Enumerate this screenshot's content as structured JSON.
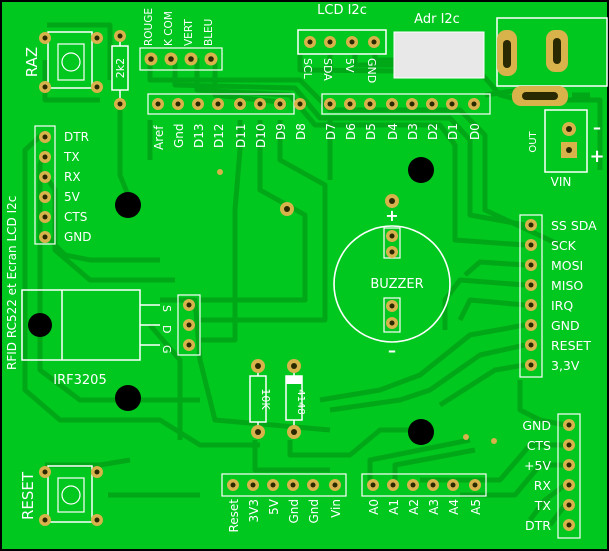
{
  "board": {
    "colors": {
      "board": "#00c81e",
      "trace": "#00a818",
      "silk": "#ffffff",
      "pad_ring": "#d8b24a",
      "pad_hole": "#2a2a00",
      "mount_hole": "#000000",
      "pad_square": "#d8b24a"
    }
  },
  "labels": {
    "raz": "RAZ",
    "reset": "RESET",
    "lcd_title": "LCD I2c",
    "adr_title": "Adr I2c",
    "led_rouge": "ROUGE",
    "led_kcom": "K COM",
    "led_vert": "VERT",
    "led_bleu": "BLEU",
    "res_2k2": "2k2",
    "lcd_scl": "SCL",
    "lcd_sda": "SDA",
    "lcd_5v": "5V",
    "lcd_gnd": "GND",
    "top_aref": "Aref",
    "top_gnd": "Gnd",
    "top_d13": "D13",
    "top_d12": "D12",
    "top_d11": "D11",
    "top_d10": "D10",
    "top_d9": "D9",
    "top_d8": "D8",
    "top_d7": "D7",
    "top_d6": "D6",
    "top_d5": "D5",
    "top_d4": "D4",
    "top_d3": "D3",
    "top_d2": "D2",
    "top_d1": "D1",
    "top_d0": "D0",
    "ser_dtr": "DTR",
    "ser_tx": "TX",
    "ser_rx": "RX",
    "ser_5v": "5V",
    "ser_cts": "CTS",
    "ser_gnd": "GND",
    "side_text": "RFID RC522 et Ecran LCD I2c",
    "mos_s": "S",
    "mos_d": "D",
    "mos_g": "G",
    "irf": "IRF3205",
    "buzzer": "BUZZER",
    "plus": "+",
    "minus": "–",
    "out": "OUT",
    "vin": "VIN",
    "vin_plus": "+",
    "vin_minus": "–",
    "rfid_ss": "SS SDA",
    "rfid_sck": "SCK",
    "rfid_mosi": "MOSI",
    "rfid_miso": "MISO",
    "rfid_irq": "IRQ",
    "rfid_gnd": "GND",
    "rfid_reset": "RESET",
    "rfid_33": "3,3V",
    "res_10k": "10K",
    "diode": "4148",
    "pwr_reset": "Reset",
    "pwr_3v3": "3V3",
    "pwr_5v": "5V",
    "pwr_gnd1": "Gnd",
    "pwr_gnd2": "Gnd",
    "pwr_vin": "Vin",
    "an_a0": "A0",
    "an_a1": "A1",
    "an_a2": "A2",
    "an_a3": "A3",
    "an_a4": "A4",
    "an_a5": "A5",
    "ftdi_gnd": "GND",
    "ftdi_cts": "CTS",
    "ftdi_5v": "+5V",
    "ftdi_rx": "RX",
    "ftdi_tx": "TX",
    "ftdi_dtr": "DTR"
  }
}
